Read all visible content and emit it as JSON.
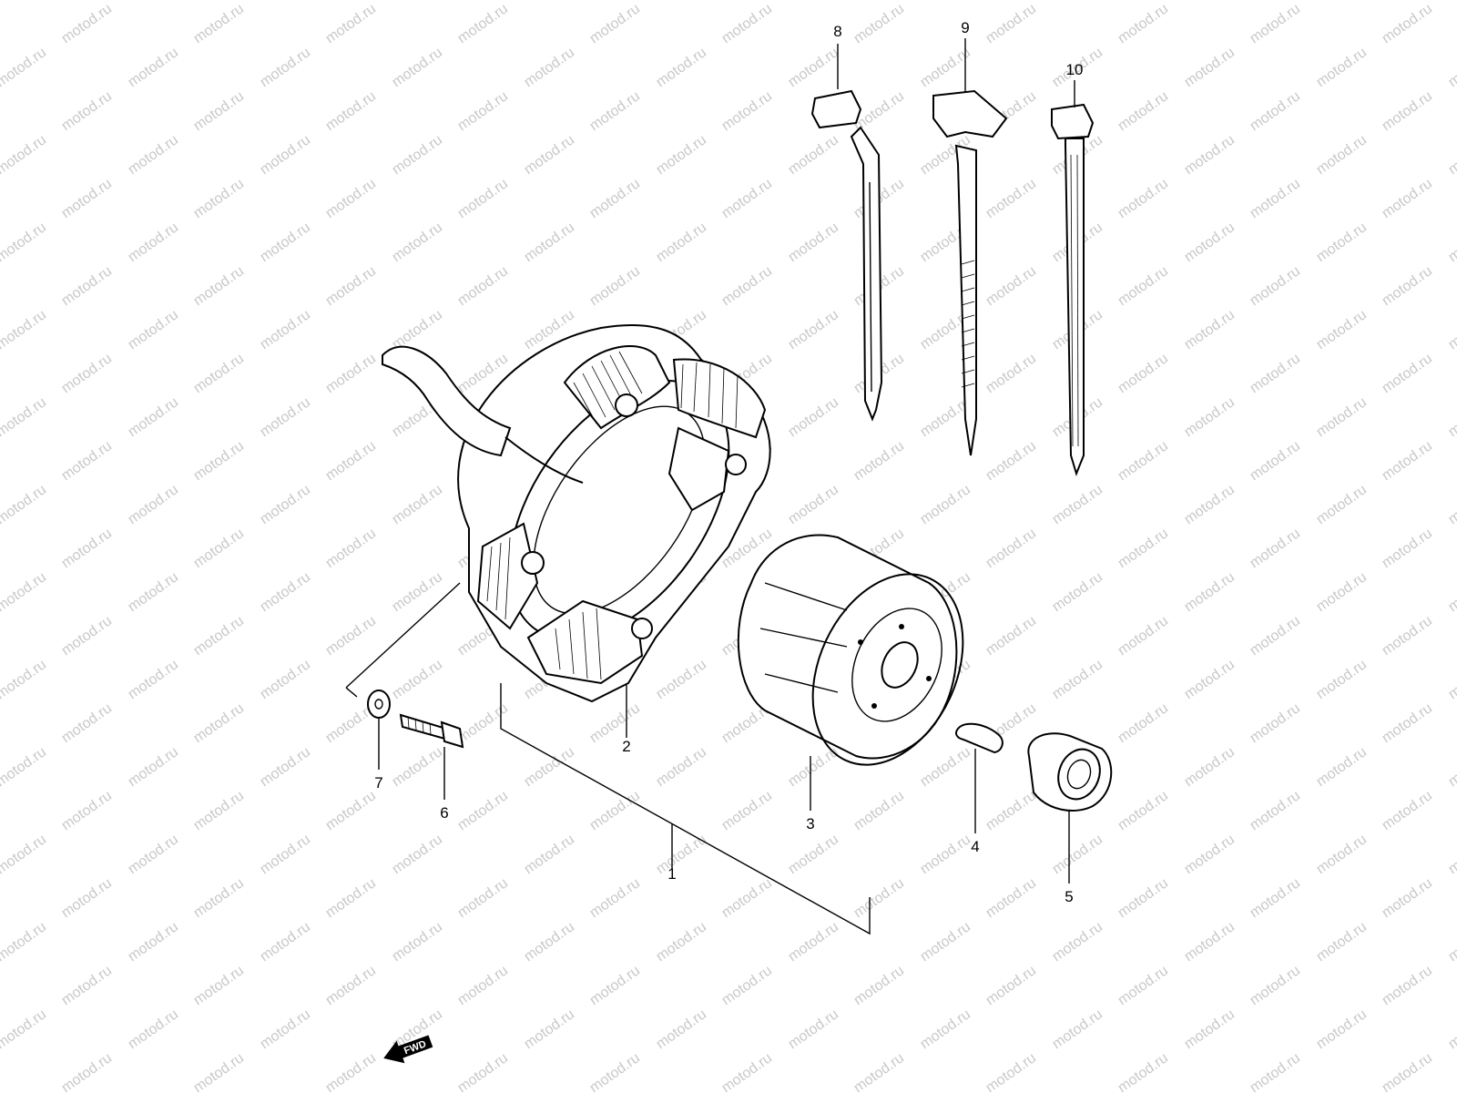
{
  "watermark": {
    "text": "motod.ru"
  },
  "callouts": {
    "c1": "1",
    "c2": "2",
    "c3": "3",
    "c4": "4",
    "c5": "5",
    "c6": "6",
    "c7": "7",
    "c8": "8",
    "c9": "9",
    "c10": "10"
  },
  "direction_arrow": {
    "label": "FWD"
  }
}
